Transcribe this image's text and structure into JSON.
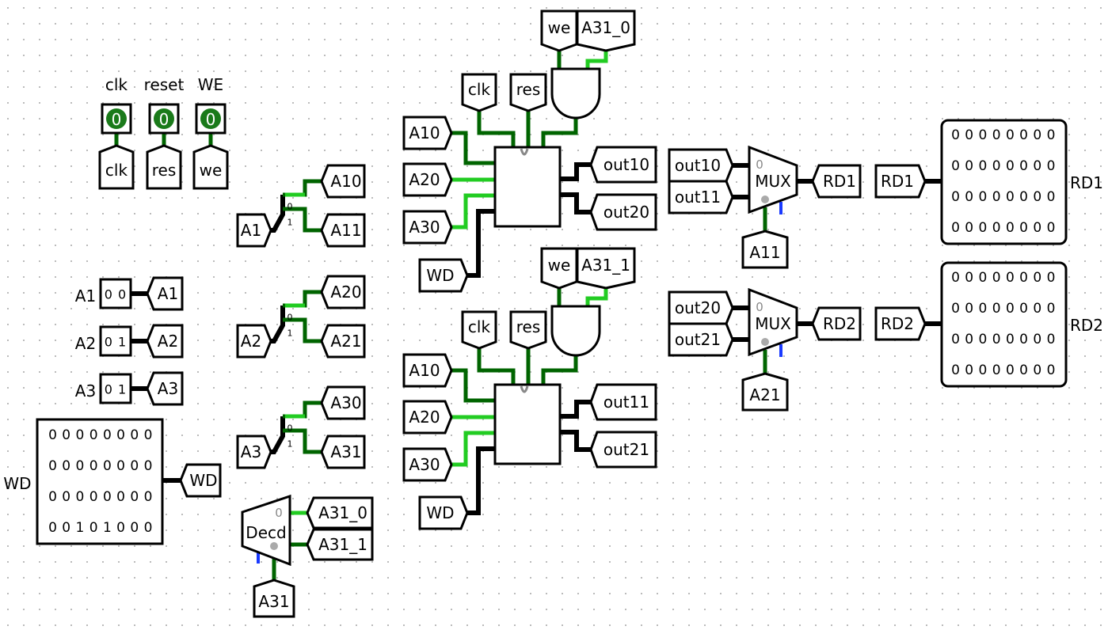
{
  "input_pins": [
    {
      "label": "clk",
      "value": "0",
      "tunnel": "clk"
    },
    {
      "label": "reset",
      "value": "0",
      "tunnel": "res"
    },
    {
      "label": "WE",
      "value": "0",
      "tunnel": "we"
    }
  ],
  "addr_inputs": [
    {
      "label": "A1",
      "value": "0 0",
      "tunnel": "A1"
    },
    {
      "label": "A2",
      "value": "0 1",
      "tunnel": "A2"
    },
    {
      "label": "A3",
      "value": "0 1",
      "tunnel": "A3"
    }
  ],
  "wd_input": {
    "label": "WD",
    "tunnel": "WD",
    "rows": [
      "0 0 0 0 0 0 0 0",
      "0 0 0 0 0 0 0 0",
      "0 0 0 0 0 0 0 0",
      "0 0 1 0 1 0 0 0"
    ]
  },
  "splitters": [
    {
      "input": "A1",
      "outputs": [
        "A10",
        "A11"
      ],
      "bits": [
        "0",
        "1"
      ]
    },
    {
      "input": "A2",
      "outputs": [
        "A20",
        "A21"
      ],
      "bits": [
        "0",
        "1"
      ]
    },
    {
      "input": "A3",
      "outputs": [
        "A30",
        "A31"
      ],
      "bits": [
        "0",
        "1"
      ]
    }
  ],
  "decoder": {
    "label": "Decd",
    "select": "A31",
    "sel_index": "0",
    "outputs": [
      "A31_0",
      "A31_1"
    ]
  },
  "register_blocks": [
    {
      "gate_inputs": [
        "we",
        "A31_0"
      ],
      "clk": "clk",
      "res": "res",
      "addr_inputs": [
        "A10",
        "A20",
        "A30"
      ],
      "wd": "WD",
      "outputs": [
        "out10",
        "out20"
      ]
    },
    {
      "gate_inputs": [
        "we",
        "A31_1"
      ],
      "clk": "clk",
      "res": "res",
      "addr_inputs": [
        "A10",
        "A20",
        "A30"
      ],
      "wd": "WD",
      "outputs": [
        "out11",
        "out21"
      ]
    }
  ],
  "muxes": [
    {
      "label": "MUX",
      "inputs": [
        "out10",
        "out11"
      ],
      "select": "A11",
      "output": "RD1",
      "sel_index": "0"
    },
    {
      "label": "MUX",
      "inputs": [
        "out20",
        "out21"
      ],
      "select": "A21",
      "output": "RD2",
      "sel_index": "0"
    }
  ],
  "output_probes": [
    {
      "tunnel": "RD1",
      "label": "RD1",
      "rows": [
        "0 0 0 0 0 0 0 0",
        "0 0 0 0 0 0 0 0",
        "0 0 0 0 0 0 0 0",
        "0 0 0 0 0 0 0 0"
      ]
    },
    {
      "tunnel": "RD2",
      "label": "RD2",
      "rows": [
        "0 0 0 0 0 0 0 0",
        "0 0 0 0 0 0 0 0",
        "0 0 0 0 0 0 0 0",
        "0 0 0 0 0 0 0 0"
      ]
    }
  ],
  "colors": {
    "wire_dark": "#006400",
    "wire_light": "#22cc22",
    "bus": "#000000",
    "pin_fill": "#1a7a1a",
    "select_wire": "#1a3aff",
    "grid_dot": "#bbbbbb"
  }
}
